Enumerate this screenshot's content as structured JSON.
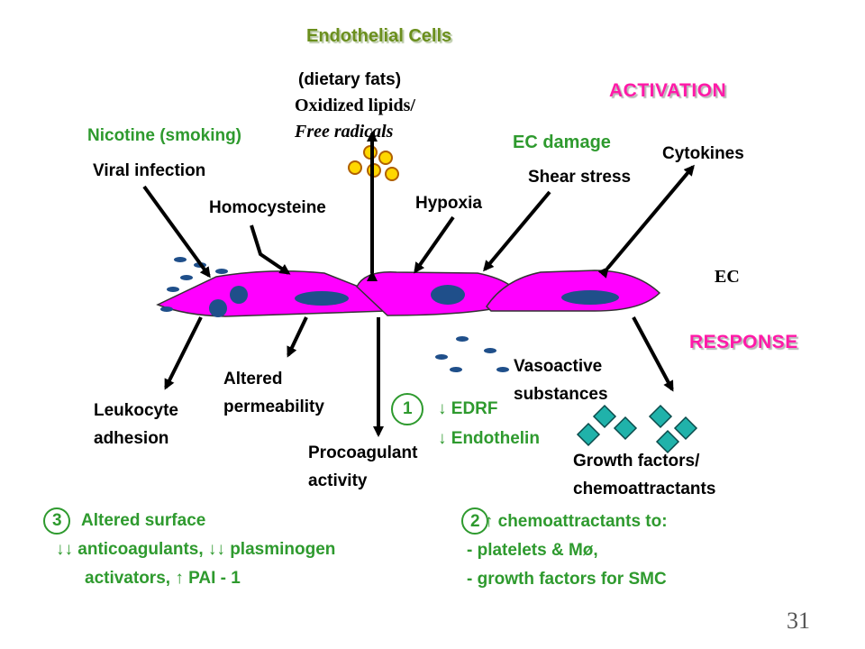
{
  "header": {
    "title": "Endothelial Cells",
    "activation": "ACTIVATION",
    "response": "RESPONSE",
    "ec": "EC"
  },
  "stimuli": {
    "dietary_fats": "(dietary fats)",
    "oxidized_lipids": "Oxidized lipids/",
    "free_radicals": "Free radicals",
    "nicotine": "Nicotine (smoking)",
    "viral_infection": "Viral infection",
    "homocysteine": "Homocysteine",
    "hypoxia": "Hypoxia",
    "ec_damage": "EC damage",
    "shear_stress": "Shear stress",
    "cytokines": "Cytokines"
  },
  "responses": {
    "leukocyte_1": "Leukocyte",
    "leukocyte_2": "adhesion",
    "altered_1": "Altered",
    "altered_2": "permeability",
    "procoag_1": "Procoagulant",
    "procoag_2": "activity",
    "vasoactive_1": "Vasoactive",
    "vasoactive_2": "substances",
    "edrf": "↓ EDRF",
    "endothelin": "↓ Endothelin",
    "growth_1": "Growth factors/",
    "growth_2": "chemoattractants",
    "marker_1": "1"
  },
  "notes": {
    "note3_num": "3",
    "note3_line1": "Altered surface",
    "note3_line2": "↓↓ anticoagulants, ↓↓ plasminogen",
    "note3_line3": "activators, ↑ PAI - 1",
    "note2_line1": "2   ↑ chemoattractants to:",
    "note2_line2": "- platelets & Mø,",
    "note2_line3": "- growth factors  for SMC"
  },
  "page_number": "31",
  "colors": {
    "cell_fill": "#ff00ff",
    "nucleus": "#1f4f8a",
    "lipid": "#ffd700",
    "growth_factor": "#20b2aa",
    "green_text": "#2e9a2e",
    "pink_text": "#ff1aa8"
  }
}
